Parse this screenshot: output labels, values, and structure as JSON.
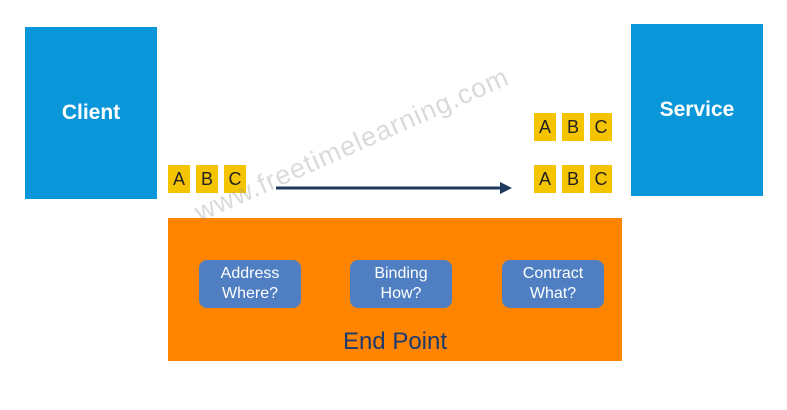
{
  "client": {
    "label": "Client"
  },
  "service": {
    "label": "Service"
  },
  "messages": {
    "left": [
      "A",
      "B",
      "C"
    ],
    "right_top": [
      "A",
      "B",
      "C"
    ],
    "right_bottom": [
      "A",
      "B",
      "C"
    ]
  },
  "endpoint": {
    "title": "End Point",
    "items": [
      {
        "line1": "Address",
        "line2": "Where?"
      },
      {
        "line1": "Binding",
        "line2": "How?"
      },
      {
        "line1": "Contract",
        "line2": "What?"
      }
    ]
  },
  "watermark": "www.freetimelearning.com",
  "colors": {
    "box_blue": "#0a97d9",
    "tile_yellow": "#f5c400",
    "endpoint_orange": "#ff8400",
    "pill_blue": "#4f7fc2",
    "arrow_navy": "#1f3a5f"
  }
}
